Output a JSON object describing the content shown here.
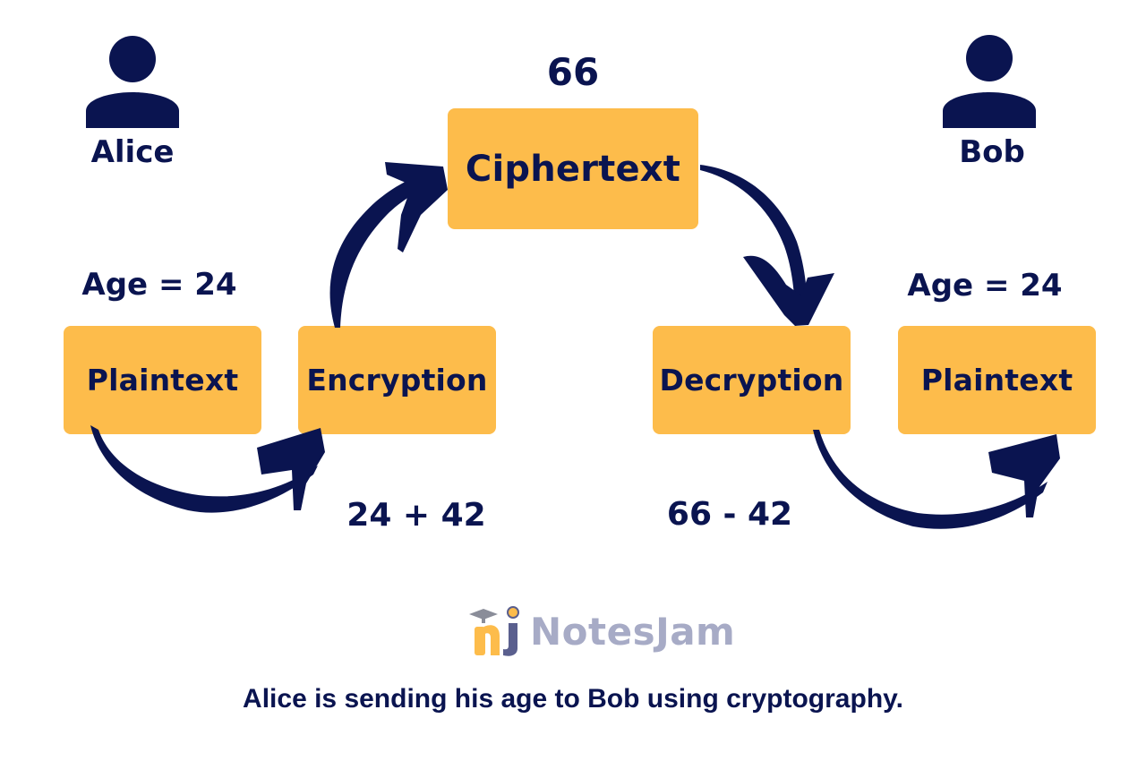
{
  "colors": {
    "navy": "#0a1450",
    "box_fill": "#fdbc4b",
    "logo_text": "#a7abc6",
    "logo_n": "#fdbc4b",
    "logo_j": "#5a5f8e"
  },
  "sender": {
    "name": "Alice",
    "icon": "person-icon"
  },
  "receiver": {
    "name": "Bob",
    "icon": "person-icon"
  },
  "ciphertext": {
    "value": "66",
    "label": "Ciphertext"
  },
  "left": {
    "age_label": "Age = 24",
    "plaintext_label": "Plaintext",
    "encryption_label": "Encryption",
    "formula": "24 + 42"
  },
  "right": {
    "age_label": "Age = 24",
    "plaintext_label": "Plaintext",
    "decryption_label": "Decryption",
    "formula": "66 - 42"
  },
  "flow_arrows": [
    {
      "from": "Plaintext",
      "to": "Encryption",
      "icon": "curved-arrow-icon"
    },
    {
      "from": "Encryption",
      "to": "Ciphertext",
      "icon": "curved-arrow-icon"
    },
    {
      "from": "Ciphertext",
      "to": "Decryption",
      "icon": "curved-arrow-icon"
    },
    {
      "from": "Decryption",
      "to": "Plaintext",
      "icon": "curved-arrow-icon"
    }
  ],
  "logo": {
    "text": "NotesJam",
    "icon": "notesjam-logo-icon"
  },
  "caption": "Alice is sending his age to Bob using cryptography."
}
